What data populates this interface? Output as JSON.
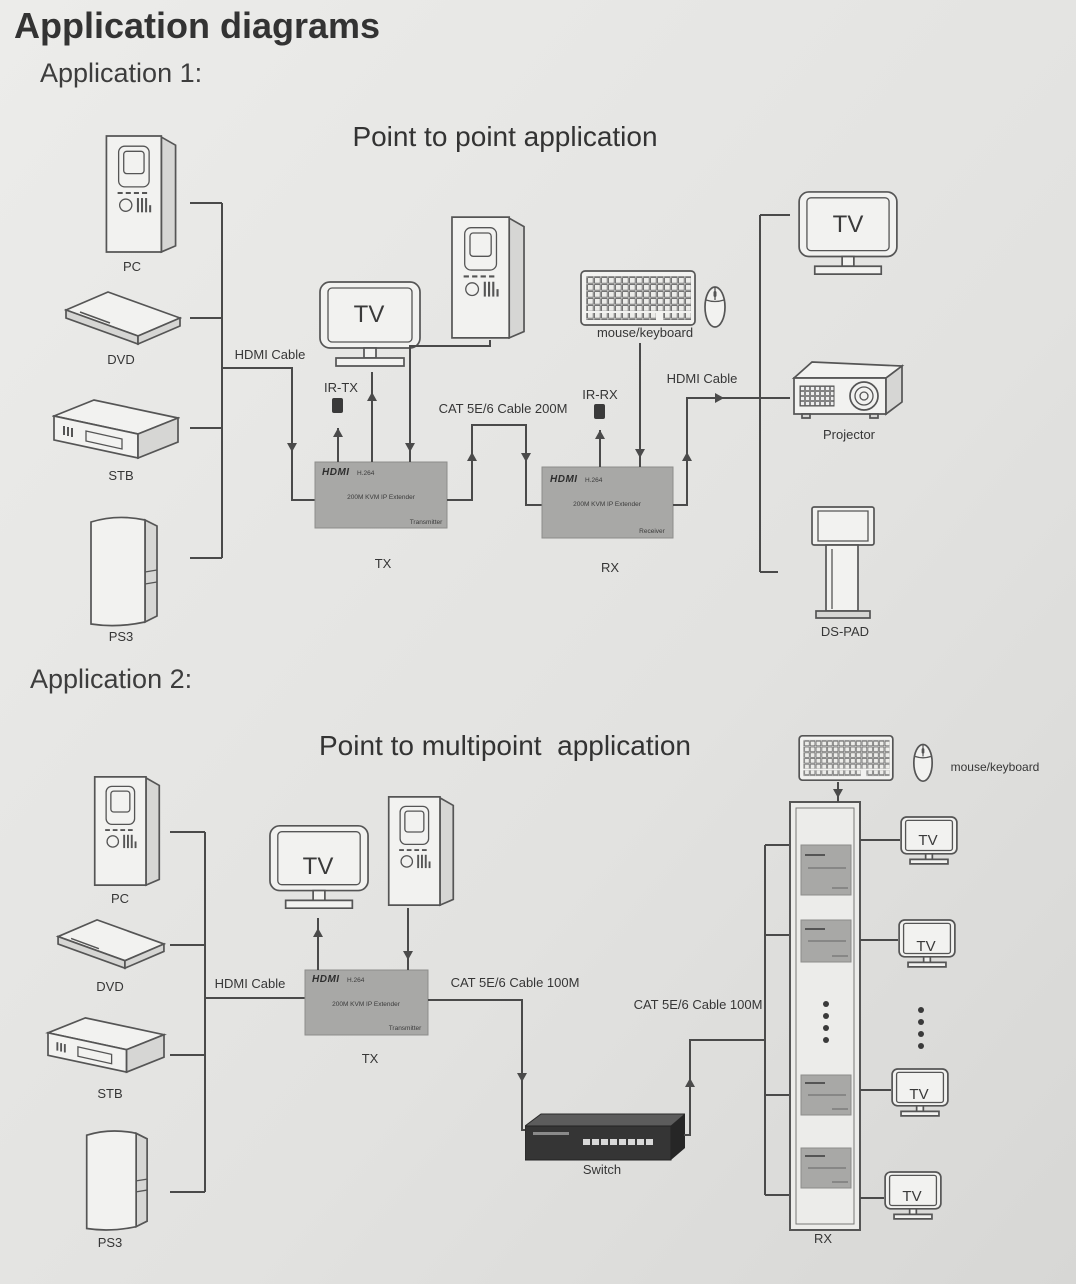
{
  "page": {
    "title": "Application diagrams"
  },
  "colors": {
    "background": "#e3e3e1",
    "ink": "#363636",
    "line": "#4a4a4a",
    "extender": "#a8a8a6",
    "switch": "#353535"
  },
  "app1": {
    "heading": "Application 1:",
    "title": "Point to point application",
    "sources": {
      "pc": "PC",
      "dvd": "DVD",
      "stb": "STB",
      "ps3": "PS3"
    },
    "hdmi_in": "HDMI Cable",
    "local_tv": "TV",
    "ir_tx": "IR-TX",
    "cat_cable": "CAT 5E/6 Cable 200M",
    "ir_rx": "IR-RX",
    "keyboard": "mouse/keyboard",
    "hdmi_out": "HDMI Cable",
    "tx": {
      "logo": "HDMI",
      "codec": "H.264",
      "model": "200M KVM IP Extender",
      "role": "Transmitter",
      "label": "TX"
    },
    "rx": {
      "logo": "HDMI",
      "codec": "H.264",
      "model": "200M KVM IP Extender",
      "role": "Receiver",
      "label": "RX"
    },
    "outputs": {
      "tv": "TV",
      "projector": "Projector",
      "dspad": "DS-PAD"
    }
  },
  "app2": {
    "heading": "Application 2:",
    "title": "Point to multipoint  application",
    "sources": {
      "pc": "PC",
      "dvd": "DVD",
      "stb": "STB",
      "ps3": "PS3"
    },
    "hdmi_in": "HDMI Cable",
    "local_tv": "TV",
    "cat_cable_in": "CAT 5E/6 Cable 100M",
    "cat_cable_out": "CAT 5E/6 Cable 100M",
    "switch": "Switch",
    "keyboard": "mouse/keyboard",
    "tx": {
      "logo": "HDMI",
      "codec": "H.264",
      "model": "200M KVM IP Extender",
      "role": "Transmitter",
      "label": "TX"
    },
    "rx_label": "RX",
    "displays": [
      "TV",
      "TV",
      "TV",
      "TV"
    ]
  }
}
